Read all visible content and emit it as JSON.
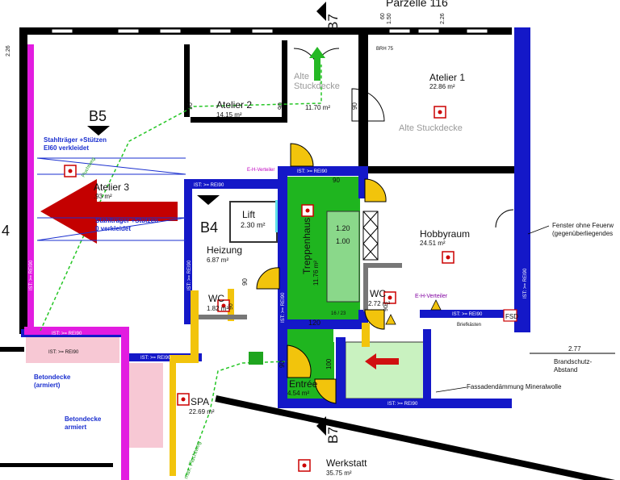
{
  "header": {
    "parcel": "Parzelle 116"
  },
  "sections": {
    "b7_top": "B7",
    "b7_bottom": "B7",
    "b5": "B5",
    "b4": "B4",
    "left_4": "4"
  },
  "rooms": {
    "atelier1": {
      "name": "Atelier 1",
      "area": "22.86 m²"
    },
    "atelier2": {
      "name": "Atelier 2",
      "area": "14.15 m²"
    },
    "atelier3": {
      "name": "Atelier 3",
      "area": ".93 m²"
    },
    "corridor": {
      "area": "11.70 m²"
    },
    "hobby": {
      "name": "Hobbyraum",
      "area": "24.51 m²"
    },
    "lift": {
      "name": "Lift",
      "area": "2.30 m²"
    },
    "heizung": {
      "name": "Heizung",
      "area": "6.87 m²"
    },
    "wc1": {
      "name": "WC",
      "area": "1.82 m²"
    },
    "wc2": {
      "name": "WC",
      "area": "2.72 m²"
    },
    "treppenhaus": {
      "name": "Treppenhaus",
      "area": "11.76 m²"
    },
    "entree": {
      "name": "Entrée",
      "area": "4.54 m²"
    },
    "spa": {
      "name": "SPA",
      "area": "22.69 m²"
    },
    "werkstatt": {
      "name": "Werkstatt",
      "area": "35.75 m²"
    }
  },
  "notes": {
    "alte_stuck_1": "Alte Stuckdecke",
    "alte_stuck_2a": "Alte",
    "alte_stuck_2b": "Stuckdecke",
    "stahl_1a": "Stahlträger +Stützen",
    "stahl_1b": "EI60 verkleidet",
    "stahl_2a": "Stahlträger +Stützen",
    "stahl_2b": "0 verkleidet",
    "beton_1a": "Betondecke",
    "beton_1b": "(armiert)",
    "beton_2a": "Betondecke",
    "beton_2b": "armiert",
    "fenster_a": "Fenster ohne Feuerw",
    "fenster_b": "(gegenüberliegendes",
    "fassade": "Fassadendämmung Mineralwolle",
    "brand_dist": "2.77",
    "brand_a": "Brandschutz-",
    "brand_b": "Abstand",
    "eh_verteiler_1": "E-H-Verteiler",
    "eh_verteiler_2": "E-H-Verteiler",
    "briefkasten": "Briefkästen",
    "fsd": "FSD",
    "brh": "BRH 75",
    "fluchtweg_1": "Fluchtweg",
    "fluchtweg_2": "max. Fluchtweg"
  },
  "dims": {
    "d_226a": "2.26",
    "d_226b": "2.26",
    "d_60": "60",
    "d_150": "1.50",
    "d_90a": "90",
    "d_90b": "90",
    "d_90c": "90",
    "d_90d": "90",
    "d_90e": "90",
    "d_90f": "90",
    "d_90g": "90",
    "d_90h": "90",
    "d_120a": "1.20",
    "d_100a": "1.00",
    "d_120b": "120",
    "d_100b": "100",
    "stairs": "16 / 23"
  },
  "fire": {
    "rei90_1": "IST: >= REI90",
    "rei90_2": "IST: >= REI90",
    "rei90_3": "IST: >= REI90",
    "rei90_4": "IST: >= REI90",
    "rei90_5": "IST: >= REI90",
    "rei90_6": "IST: >= REI90",
    "rei90_7": "IST: >= REI90",
    "rei90_8": "IST: >= REI90",
    "rei90_9": "IST: >= REI90",
    "rei90_10": "IST: >= REI90",
    "rei90_11": "IST: >= REI90"
  },
  "colors": {
    "wall_black": "#000000",
    "fire_blue": "#1418c8",
    "yellow": "#f2c40c",
    "magenta": "#e21ce0",
    "green_stair": "#1fb51f",
    "light_green": "#c9f2c0",
    "red_arrow": "#c40000",
    "escape_green": "#25c625"
  }
}
